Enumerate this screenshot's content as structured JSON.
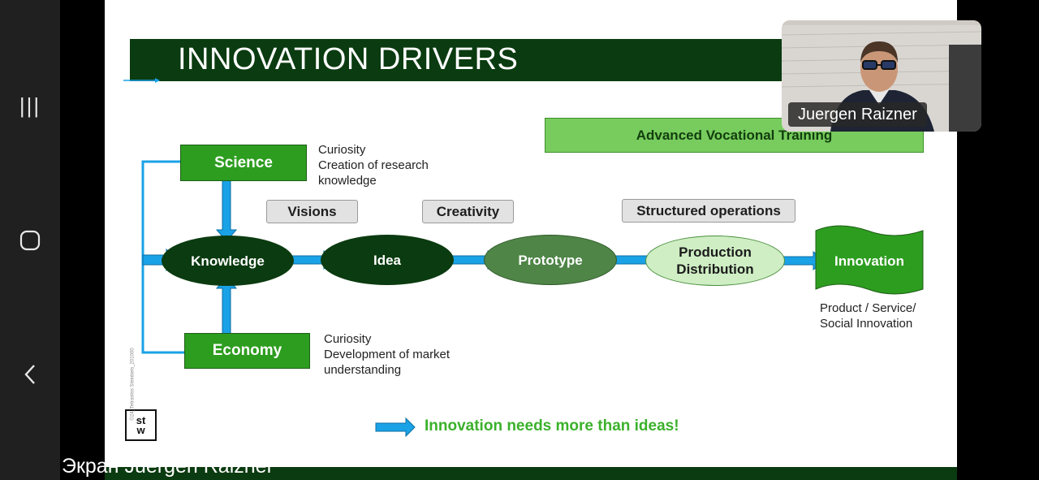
{
  "nav": {
    "recents_glyph": "|||",
    "home_glyph": "◯",
    "back_glyph": "‹"
  },
  "slide": {
    "title": "INNOVATION DRIVERS",
    "advanced_training": "Advanced Vocational Training",
    "science": {
      "label": "Science",
      "note": [
        "Curiosity",
        "Creation of research",
        "knowledge"
      ]
    },
    "economy": {
      "label": "Economy",
      "note": [
        "Curiosity",
        "Development of market",
        "understanding"
      ]
    },
    "visions": "Visions",
    "creativity": "Creativity",
    "structured_operations": "Structured operations",
    "knowledge": "Knowledge",
    "idea": "Idea",
    "prototype": "Prototype",
    "production": [
      "Production",
      "Distribution"
    ],
    "innovation": "Innovation",
    "innovation_note": [
      "Product / Service/",
      "Social Innovation"
    ],
    "tagline": "Innovation needs more than ideas!",
    "logo_top": "st",
    "logo_bottom": "w",
    "vertical_text": "©24_Tetrasliss Steinbeis_201000"
  },
  "video": {
    "participant_name": "Juergen Raizner"
  },
  "screen_caption": "Экран Juergen Raizner",
  "colors": {
    "dark_green": "#0b3b10",
    "green": "#2d9d1f",
    "light_green": "#77cc5d",
    "arrow_blue": "#1aa2e6",
    "tagline_green": "#3bb12b"
  }
}
